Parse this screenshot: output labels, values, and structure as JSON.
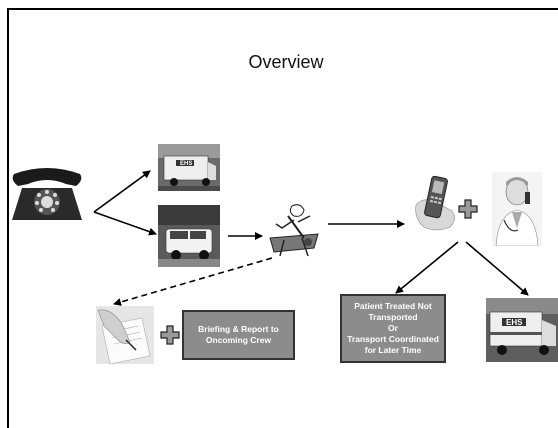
{
  "slide": {
    "title": "Overview"
  },
  "boxes": {
    "briefing_line1": "Briefing & Report to",
    "briefing_line2": "Oncoming Crew",
    "patient_line1": "Patient Treated  Not",
    "patient_line2": "Transported",
    "patient_line3": "Or",
    "patient_line4": "Transport Coordinated",
    "patient_line5": "for Later Time"
  },
  "icons": [
    "telephone-icon",
    "ambulance-icon",
    "response-vehicle-icon",
    "paramedic-icon",
    "cell-phone-icon",
    "doctor-icon",
    "paperwork-icon",
    "plus-icon"
  ],
  "colors": {
    "box_fill": "#8c8c8c",
    "box_border": "#333333",
    "arrow": "#000000"
  }
}
